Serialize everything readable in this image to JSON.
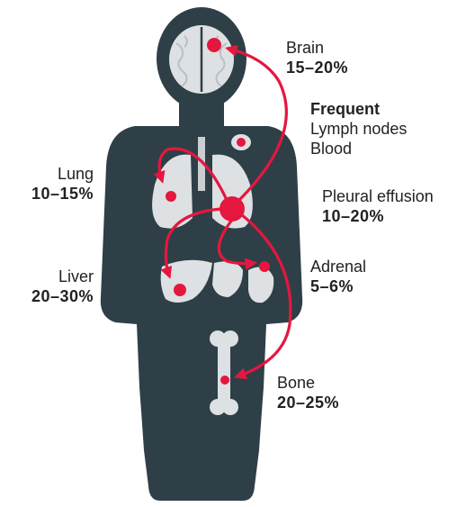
{
  "colors": {
    "silhouette": "#2e3f47",
    "organ": "#dde1e3",
    "organ_light": "#eef0f1",
    "arrow": "#e5173f",
    "text": "#222222"
  },
  "sites": {
    "brain": {
      "name": "Brain",
      "pct": "15–20%"
    },
    "lung": {
      "name": "Lung",
      "pct": "10–15%"
    },
    "pleural": {
      "name": "Pleural effusion",
      "pct": "10–20%"
    },
    "liver": {
      "name": "Liver",
      "pct": "20–30%"
    },
    "adrenal": {
      "name": "Adrenal",
      "pct": "5–6%"
    },
    "bone": {
      "name": "Bone",
      "pct": "20–25%"
    }
  },
  "frequent": {
    "heading": "Frequent",
    "items": [
      "Lymph nodes",
      "Blood"
    ]
  }
}
